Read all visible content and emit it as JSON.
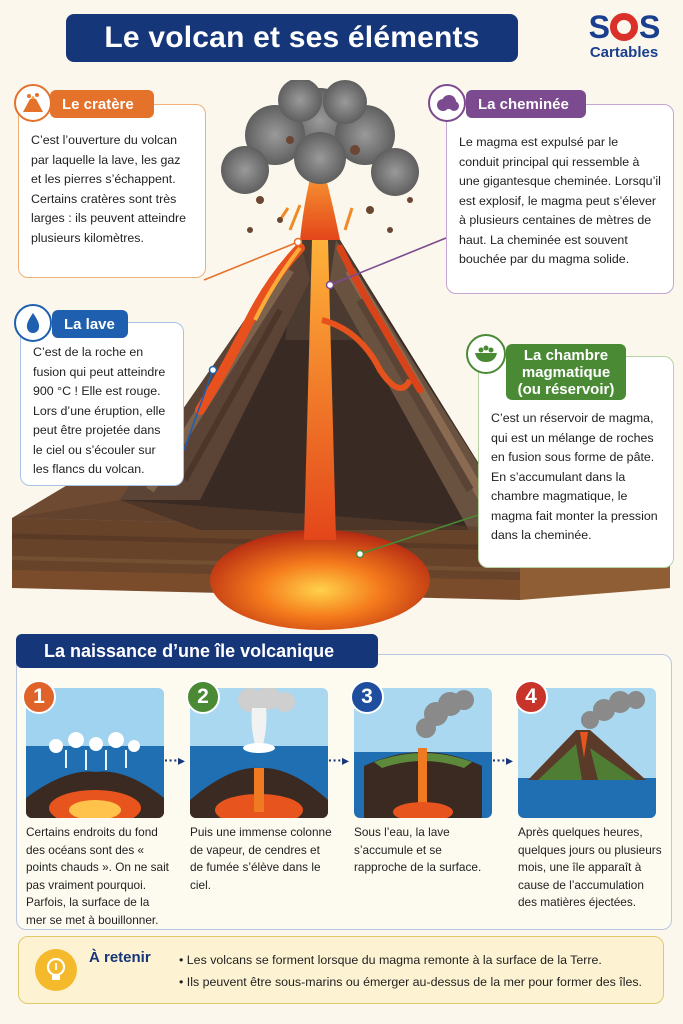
{
  "title": "Le volcan et ses éléments",
  "logo": {
    "top": "SOS",
    "bottom": "Cartables"
  },
  "colors": {
    "navy": "#16367a",
    "orange": "#e5722a",
    "purple": "#7b4a8f",
    "blue": "#1f5fb0",
    "green": "#4a8a35",
    "red": "#c8332a"
  },
  "crater": {
    "label": "Le cratère",
    "icon": "volcano-icon",
    "text": "C’est l’ouverture du volcan par laquelle la lave, les gaz et les pierres s’échappent. Certains cratères sont très larges : ils peuvent atteindre plusieurs kilomètres."
  },
  "chimney": {
    "label": "La cheminée",
    "icon": "cloud-icon",
    "text": "Le magma est expulsé par le conduit principal qui ressemble à une gigantesque cheminée. Lorsqu’il est explosif, le magma peut s’élever à plusieurs centaines de mètres de haut. La cheminée est souvent bouchée par du magma solide."
  },
  "lava": {
    "label": "La lave",
    "icon": "drop-icon",
    "text": "C’est de la roche en fusion qui peut atteindre 900 °C ! Elle est rouge. Lors d’une éruption, elle peut être projetée dans le ciel ou s’écouler sur les flancs du volcan."
  },
  "chamber": {
    "label": "La chambre magmatique (ou réservoir)",
    "icon": "bowl-icon",
    "text": "C’est un réservoir de magma, qui est un mélange de roches en fusion sous forme de pâte. En s’accumulant dans la chambre magmatique, le magma fait monter la pression dans la cheminée."
  },
  "island": {
    "title": "La naissance d’une île volcanique",
    "steps": [
      {
        "number": "1",
        "color": "#e0632a",
        "text": "Certains endroits du fond des océans sont des « points chauds ». On ne sait pas vraiment pourquoi. Parfois, la surface de la mer se met à bouillonner."
      },
      {
        "number": "2",
        "color": "#4a8a35",
        "text": "Puis une immense colonne de vapeur, de cendres et de fumée s’élève dans le ciel."
      },
      {
        "number": "3",
        "color": "#1f4e9e",
        "text": "Sous l’eau, la lave s’accumule et se rapproche de la surface."
      },
      {
        "number": "4",
        "color": "#c8332a",
        "text": "Après quelques heures, quelques jours ou plusieurs mois, une île apparaît à cause de l’accumulation des matières éjectées."
      }
    ]
  },
  "retain": {
    "title": "À retenir",
    "items": [
      "Les volcans se forment lorsque du magma remonte à la surface de la Terre.",
      "Ils peuvent être sous-marins ou émerger au-dessus de la mer pour former des îles."
    ]
  }
}
